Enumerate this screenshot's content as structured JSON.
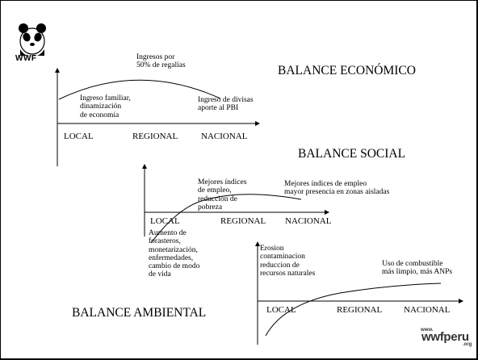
{
  "logo": {
    "wordmark": "WWF"
  },
  "balance_economico": {
    "title": "BALANCE ECONÓMICO",
    "axis_labels": [
      "LOCAL",
      "REGIONAL",
      "NACIONAL"
    ],
    "annotations": {
      "local": "Ingreso familiar,\ndinamización\nde economía",
      "regional": "Ingresos por\n50% de regalías",
      "nacional": "Ingreso de divisas\naporte al PBI"
    }
  },
  "balance_social": {
    "title": "BALANCE SOCIAL",
    "axis_labels": [
      "LOCAL",
      "REGIONAL",
      "NACIONAL"
    ],
    "annotations": {
      "local": "Aumento de\nforasteros,\nmonetarización,\nenfermedades,\ncambio de modo\nde vida",
      "regional": "Mejores índices\nde empleo,\nreducción de\npobreza",
      "nacional": "Mejores índices de empleo\nmayor presencia en zonas aisladas"
    }
  },
  "balance_ambiental": {
    "title": "BALANCE AMBIENTAL",
    "axis_labels": [
      "LOCAL",
      "REGIONAL",
      "NACIONAL"
    ],
    "annotations": {
      "local": "Erosion\ncontaminacion\nreduccion de\nrecursos naturales",
      "nacional": "Uso de combustible\nmás limpio, más ANPs"
    }
  },
  "footer_logo": {
    "prefix": "www.",
    "name": "wwfperu",
    "suffix": ".org"
  }
}
